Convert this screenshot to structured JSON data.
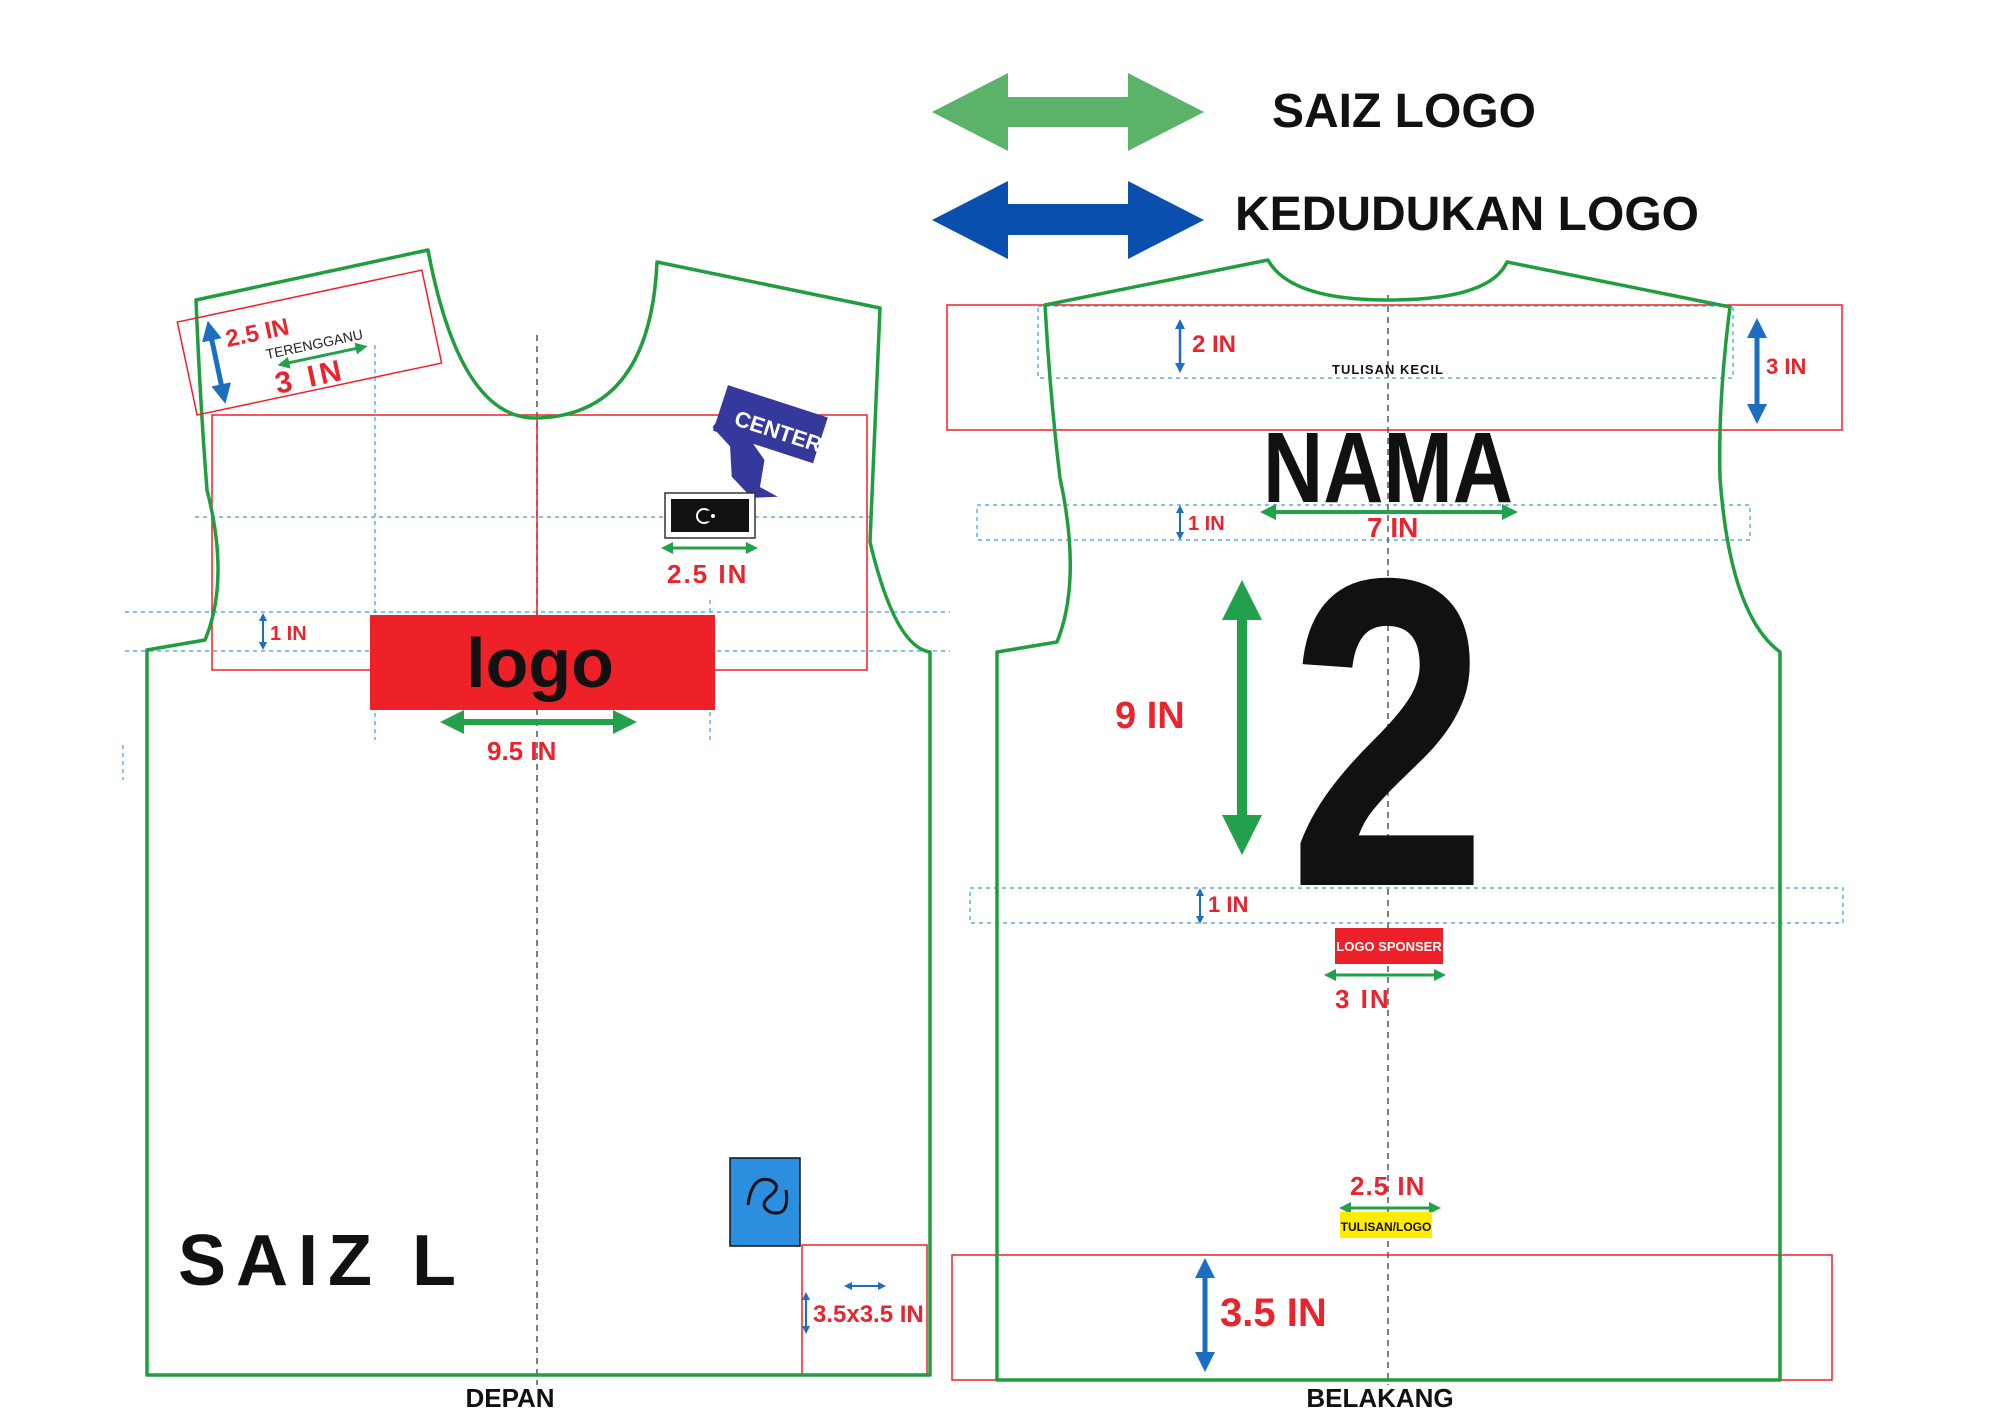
{
  "legend": {
    "size_label": "SAIZ LOGO",
    "position_label": "KEDUDUKAN LOGO",
    "size_color": "#5bb36a",
    "position_color": "#0a4fae"
  },
  "colors": {
    "outline": "#1f9d3f",
    "red": "#ee2129",
    "guide": "#3a9fd8",
    "size_arrow": "#22a04b",
    "position_arrow": "#1c6fc0",
    "dim_text": "#e8252e"
  },
  "front": {
    "caption": "DEPAN",
    "shoulder_badge": {
      "height": "2.5 IN",
      "text": "TERENGGANU",
      "width": "3 IN"
    },
    "center_tag": "CENTER",
    "flag_width": "2.5 IN",
    "gap": "1 IN",
    "main_logo": "logo",
    "main_logo_width": "9.5 IN",
    "size_text": "SAIZ L",
    "corner_size": "3.5x3.5 IN"
  },
  "back": {
    "caption": "BELAKANG",
    "top_gap": "2 IN",
    "small_text": "TULISAN KECIL",
    "band_height": "3 IN",
    "name": "NAMA",
    "name_width": "7 IN",
    "name_gap": "1 IN",
    "number": "2",
    "number_height": "9 IN",
    "number_gap": "1 IN",
    "sponsor": "LOGO SPONSER",
    "sponsor_width": "3 IN",
    "bottom_logo_width": "2.5 IN",
    "bottom_logo_text": "TULISAN/LOGO",
    "bottom_band": "3.5 IN"
  }
}
